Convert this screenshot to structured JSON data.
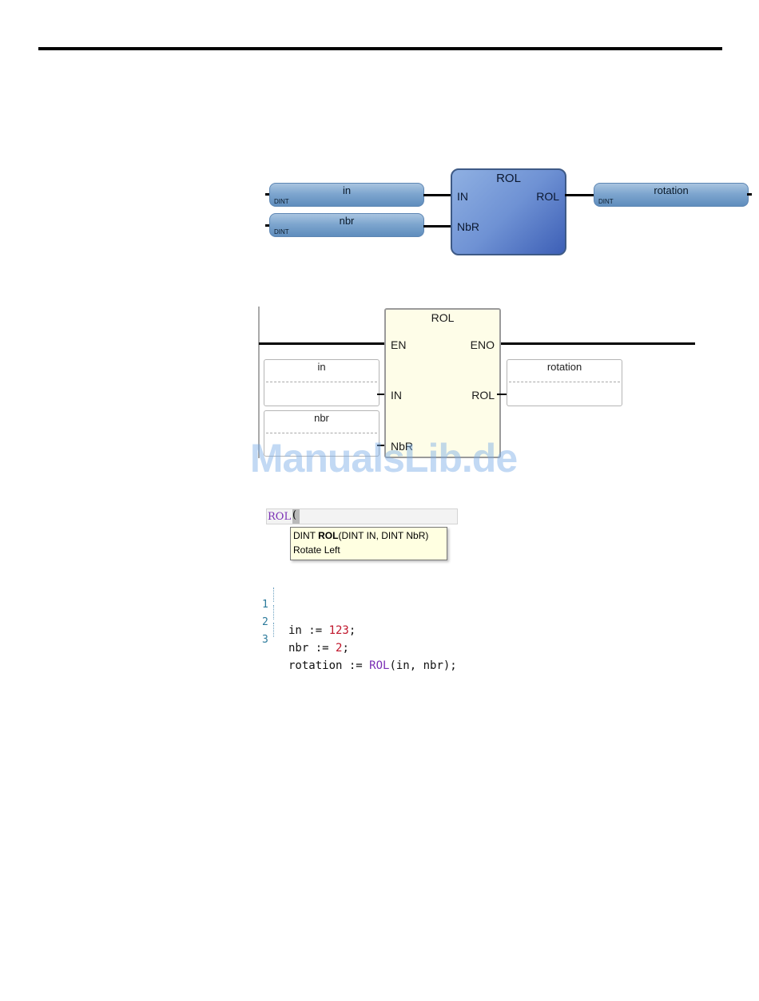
{
  "fbd": {
    "inputs": [
      {
        "name": "in",
        "type": "DINT"
      },
      {
        "name": "nbr",
        "type": "DINT"
      }
    ],
    "output": {
      "name": "rotation",
      "type": "DINT"
    },
    "block": {
      "title": "ROL",
      "pin_in": "IN",
      "pin_nbr": "NbR",
      "pin_out": "ROL"
    }
  },
  "ld": {
    "block": {
      "title": "ROL",
      "pin_en": "EN",
      "pin_eno": "ENO",
      "pin_in": "IN",
      "pin_nbr": "NbR",
      "pin_out": "ROL"
    },
    "inputs": [
      {
        "name": "in"
      },
      {
        "name": "nbr"
      }
    ],
    "output": {
      "name": "rotation"
    }
  },
  "watermark": "ManualsLib.de",
  "autocomplete": {
    "typed": "ROL",
    "paren": "(",
    "signature_prefix": "DINT ",
    "signature_name": "ROL",
    "signature_args": "(DINT IN, DINT NbR)",
    "description": "Rotate Left"
  },
  "code": {
    "lines": [
      {
        "num": "1",
        "a": "in := ",
        "num_value": "123",
        "b": ";"
      },
      {
        "num": "2",
        "a": "nbr := ",
        "num_value": "2",
        "b": ";"
      },
      {
        "num": "3",
        "a": "rotation := ",
        "fn": "ROL",
        "b": "(in, nbr);"
      }
    ]
  }
}
